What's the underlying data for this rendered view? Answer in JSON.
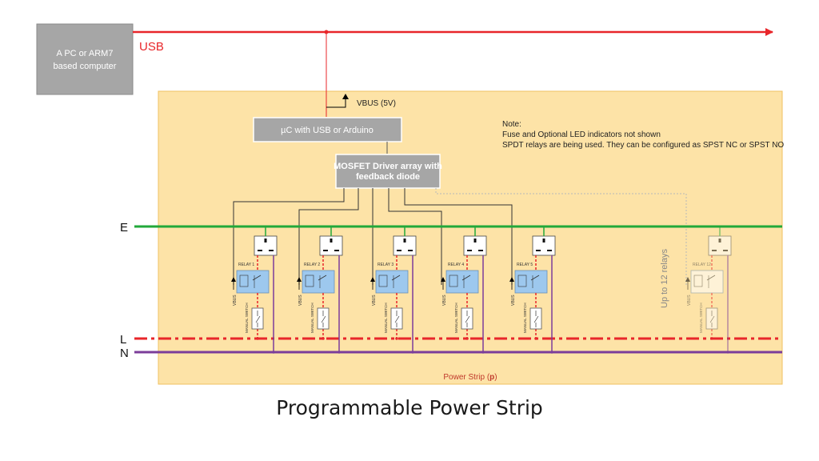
{
  "computer": {
    "line1": "A PC or ARM7",
    "line2": "based computer"
  },
  "usb_label": "USB",
  "vbus_top": "VBUS (5V)",
  "uc_box": "µC with USB or Arduino",
  "mosfet_box": {
    "line1": "MOSFET Driver array with",
    "line2": "feedback diode"
  },
  "note": {
    "title": "Note:",
    "line1": "Fuse and Optional LED indicators not shown",
    "line2": "SPDT relays are being used. They can be configured as SPST NC or SPST NO"
  },
  "rail_labels": {
    "earth": "E",
    "live": "L",
    "neutral": "N"
  },
  "relays": [
    {
      "label": "RELAY 1",
      "vbus": "VBUS",
      "switch": "MANUAL SWITCH"
    },
    {
      "label": "RELAY 2",
      "vbus": "VBUS",
      "switch": "MANUAL SWITCH"
    },
    {
      "label": "RELAY 3",
      "vbus": "VBUS",
      "switch": "MANUAL SWITCH"
    },
    {
      "label": "RELAY 4",
      "vbus": "VBUS",
      "switch": "MANUAL SWITCH"
    },
    {
      "label": "RELAY 5",
      "vbus": "VBUS",
      "switch": "MANUAL SWITCH"
    },
    {
      "label": "RELAY 12",
      "vbus": "VBUS",
      "switch": "MANUAL SWITCH",
      "faded": true
    }
  ],
  "up_to": "Up to 12 relays",
  "power_strip": {
    "text": "Power Strip (",
    "p": "p",
    "close": ")"
  },
  "caption": "Programmable Power Strip",
  "colors": {
    "panel": "#fde3a7",
    "panel_border": "#f0c060",
    "usb": "#e8262a",
    "earth": "#22a83a",
    "live": "#e8262a",
    "neutral": "#7b3d9a",
    "box": "#a6a6a6",
    "relay": "#9dc8ee"
  }
}
